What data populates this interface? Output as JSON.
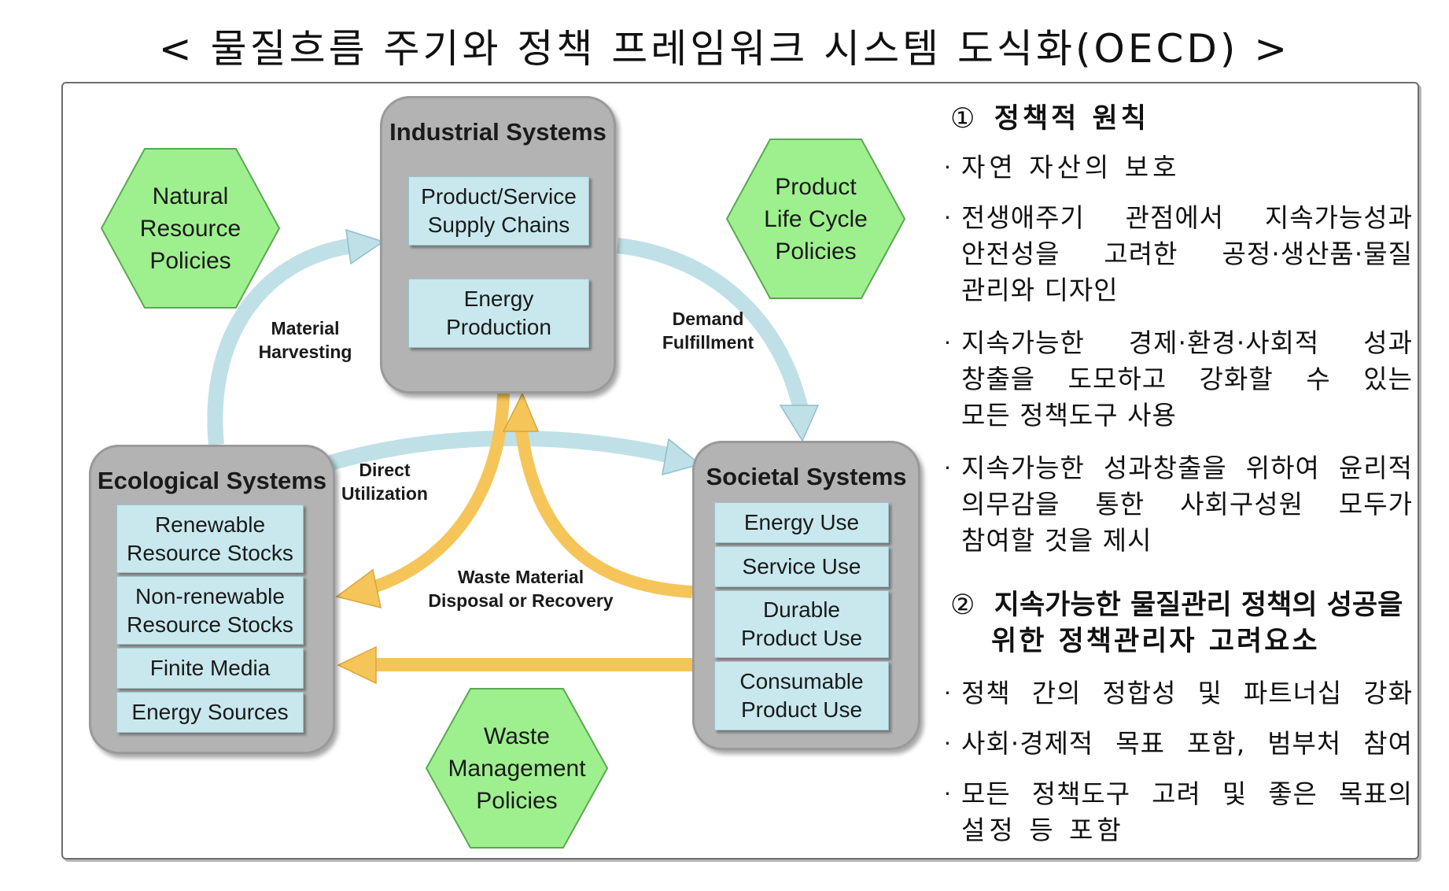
{
  "title": "< 물질흐름 주기와 정책 프레임워크 시스템 도식화(OECD) >",
  "colors": {
    "system_box": "#b3b3b3",
    "sub_box": "#c8e8ee",
    "hexagon": "#9ef08f",
    "blue_arrow": "#bfe0e6",
    "yellow_arrow": "#f5c55a"
  },
  "diagram": {
    "industrial": {
      "title": "Industrial Systems",
      "items": [
        "Product/Service\nSupply Chains",
        "Energy\nProduction"
      ]
    },
    "ecological": {
      "title": "Ecological Systems",
      "items": [
        "Renewable\nResource Stocks",
        "Non-renewable\nResource Stocks",
        "Finite Media",
        "Energy Sources"
      ]
    },
    "societal": {
      "title": "Societal Systems",
      "items": [
        "Energy Use",
        "Service Use",
        "Durable\nProduct Use",
        "Consumable\nProduct Use"
      ]
    },
    "hexagons": {
      "natural": "Natural\nResource\nPolicies",
      "lifecycle": "Product\nLife Cycle\nPolicies",
      "waste": "Waste\nManagement\nPolicies"
    },
    "flows": {
      "material_harvesting": "Material\nHarvesting",
      "demand_fulfillment": "Demand\nFulfillment",
      "direct_utilization": "Direct\nUtilization",
      "waste_material": "Waste Material\nDisposal or Recovery"
    }
  },
  "panel": {
    "heading1_num": "①",
    "heading1_text": "정책적 원칙",
    "principles": [
      {
        "lines": [
          "자연 자산의 보호"
        ]
      },
      {
        "lines": [
          "전생애주기 관점에서 지속가능성과",
          "안전성을 고려한 공정·생산품·물질",
          "관리와 디자인"
        ]
      },
      {
        "lines": [
          "지속가능한 경제·환경·사회적 성과",
          "창출을 도모하고 강화할 수 있는",
          "모든 정책도구 사용"
        ]
      },
      {
        "lines": [
          "지속가능한 성과창출을 위하여 윤리적",
          "의무감을 통한 사회구성원 모두가",
          "참여할 것을 제시"
        ]
      }
    ],
    "heading2_num": "②",
    "heading2_line1": "지속가능한 물질관리 정책의 성공을",
    "heading2_line2": "위한 정책관리자 고려요소",
    "considerations": [
      {
        "lines": [
          "정책 간의 정합성 및 파트너십 강화"
        ]
      },
      {
        "lines": [
          "사회·경제적 목표 포함, 범부처 참여"
        ]
      },
      {
        "lines": [
          "모든 정책도구 고려 및 좋은 목표의",
          "설정 등 포함"
        ]
      }
    ],
    "bullet": "·"
  }
}
